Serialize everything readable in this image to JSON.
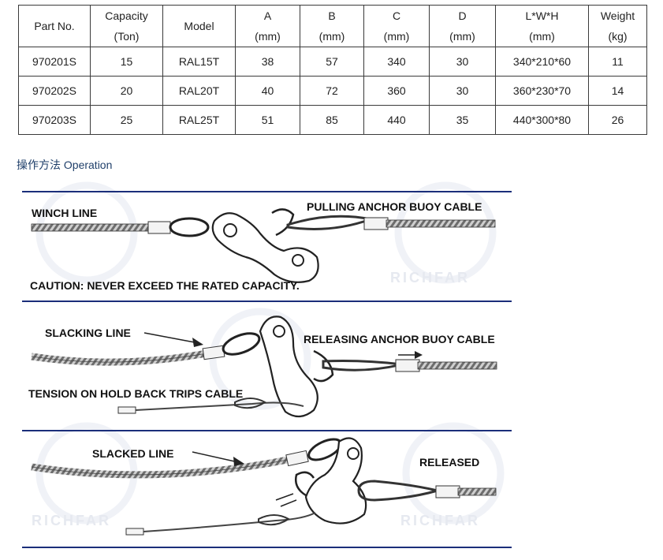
{
  "spec_table": {
    "headers": [
      {
        "line1": "Part No.",
        "line2": ""
      },
      {
        "line1": "Capacity",
        "line2": "(Ton)"
      },
      {
        "line1": "Model",
        "line2": ""
      },
      {
        "line1": "A",
        "line2": "(mm)"
      },
      {
        "line1": "B",
        "line2": "(mm)"
      },
      {
        "line1": "C",
        "line2": "(mm)"
      },
      {
        "line1": "D",
        "line2": "(mm)"
      },
      {
        "line1": "L*W*H",
        "line2": "(mm)"
      },
      {
        "line1": "Weight",
        "line2": "(kg)"
      }
    ],
    "rows": [
      [
        "970201S",
        "15",
        "RAL15T",
        "38",
        "57",
        "340",
        "30",
        "340*210*60",
        "11"
      ],
      [
        "970202S",
        "20",
        "RAL20T",
        "40",
        "72",
        "360",
        "30",
        "360*230*70",
        "14"
      ],
      [
        "970203S",
        "25",
        "RAL25T",
        "51",
        "85",
        "440",
        "35",
        "440*300*80",
        "26"
      ]
    ]
  },
  "operation_heading": {
    "zh": "操作方法",
    "en": "Operation"
  },
  "diagram": {
    "panel1": {
      "winch_line": "WINCH LINE",
      "pulling": "PULLING ANCHOR BUOY CABLE",
      "caution": "CAUTION: NEVER EXCEED THE RATED CAPACITY."
    },
    "panel2": {
      "slacking": "SLACKING LINE",
      "releasing": "RELEASING ANCHOR BUOY CABLE",
      "tension": "TENSION ON HOLD BACK TRIPS CABLE"
    },
    "panel3": {
      "slacked": "SLACKED LINE",
      "released": "RELEASED"
    },
    "watermark": "RICHFAR"
  },
  "colors": {
    "divider": "#1b2e7a",
    "watermark": "#dfe3ee",
    "heading": "#1f3f6a"
  }
}
